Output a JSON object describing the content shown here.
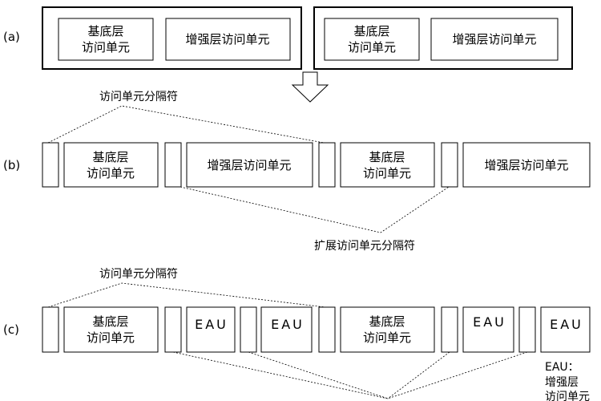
{
  "rows": {
    "a": "(a)",
    "b": "(b)",
    "c": "(c)"
  },
  "labels": {
    "base_line1": "基底层",
    "base_line2": "访问单元",
    "enh": "增强层访问单元",
    "eau": "EAU",
    "au_delim_1": "访问单元分隔符",
    "ext_delim": "扩展访问单元分隔符",
    "au_delim_2": "访问单元分隔符",
    "legend_key": "EAU：",
    "legend_val1": "增强层",
    "legend_val2": "访问单元"
  }
}
